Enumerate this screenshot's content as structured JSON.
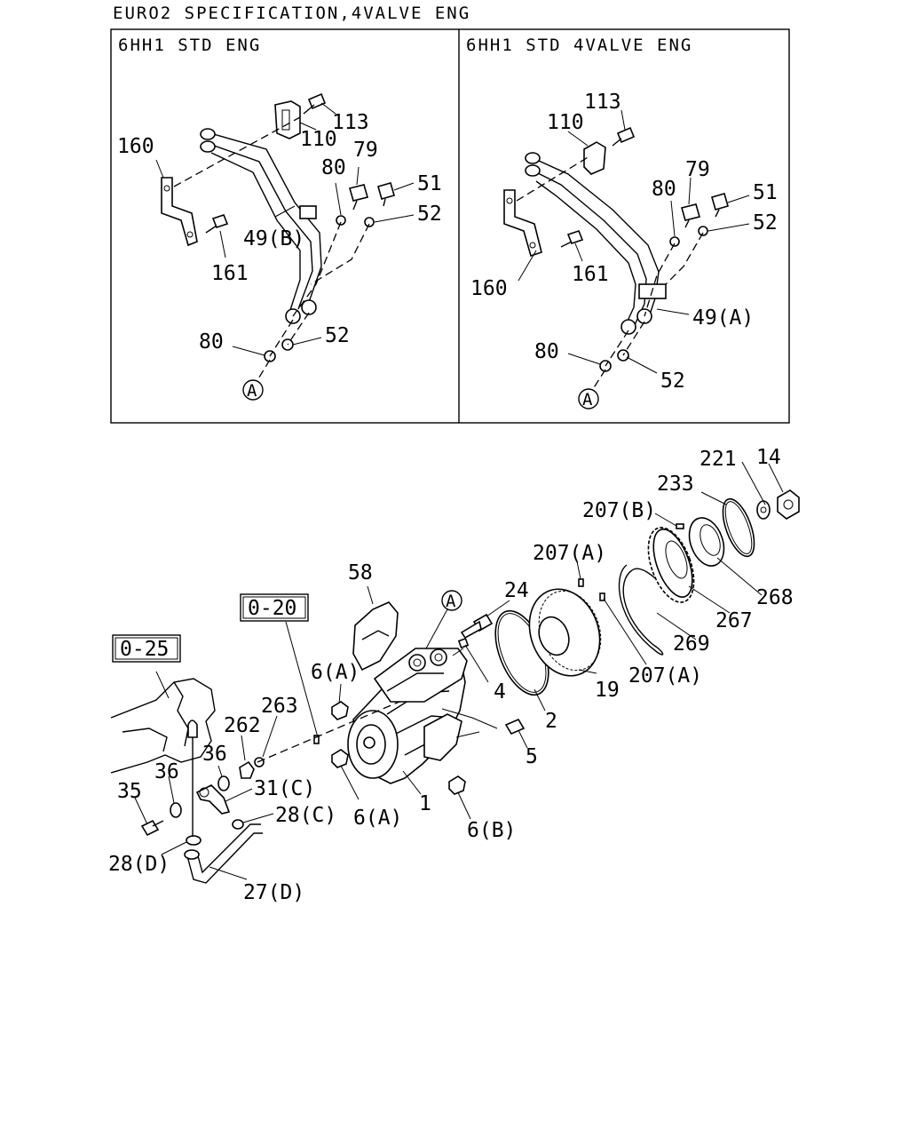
{
  "title": "EURO2 SPECIFICATION,4VALVE ENG",
  "panels": {
    "left_header": "6HH1 STD ENG",
    "right_header": "6HH1 STD 4VALVE ENG",
    "left_callouts": [
      "160",
      "110",
      "113",
      "79",
      "80",
      "51",
      "52",
      "49(B)",
      "161",
      "80",
      "52"
    ],
    "right_callouts": [
      "113",
      "110",
      "79",
      "80",
      "51",
      "52",
      "161",
      "160",
      "49(A)",
      "80",
      "52"
    ],
    "connector_mark": "A"
  },
  "main": {
    "ref_boxes": [
      "0-20",
      "0-25"
    ],
    "callouts": [
      "221",
      "14",
      "233",
      "207(B)",
      "207(A)",
      "268",
      "267",
      "269",
      "207(A)",
      "24",
      "58",
      "4",
      "19",
      "2",
      "5",
      "6(A)",
      "262",
      "263",
      "36",
      "36",
      "31(C)",
      "35",
      "28(C)",
      "28(D)",
      "27(D)",
      "6(A)",
      "1",
      "6(B)"
    ]
  },
  "icons": [
    "circle-a-marker-icon"
  ]
}
